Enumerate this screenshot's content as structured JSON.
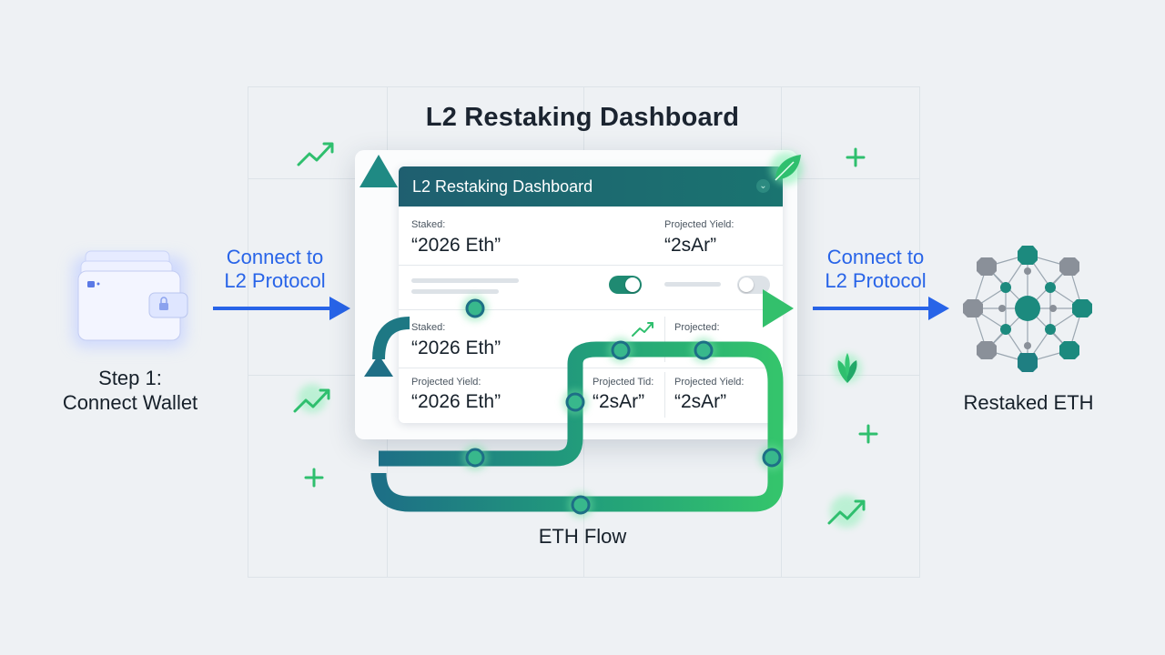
{
  "title": "L2 Restaking Dashboard",
  "step": {
    "line1": "Step 1:",
    "line2": "Connect Wallet"
  },
  "connect_left": {
    "line1": "Connect to",
    "line2": "L2 Protocol"
  },
  "connect_right": {
    "line1": "Connect to",
    "line2": "L2 Protocol"
  },
  "restaked_label": "Restaked ETH",
  "flow_label": "ETH Flow",
  "dashboard": {
    "header": "L2 Restaking Dashboard",
    "row1": {
      "left_label": "Staked:",
      "left_value": "“2026 Eth”",
      "right_label": "Projected Yield:",
      "right_value": "“2sAr”"
    },
    "toggles": {
      "first_on": true,
      "second_on": false
    },
    "row2": {
      "left_label": "Staked:",
      "left_value": "“2026 Eth”",
      "right_label": "Projected:"
    },
    "row3": {
      "c1_label": "Projected Yield:",
      "c1_value": "“2026 Eth”",
      "c2_label": "Projected Tid:",
      "c2_value": "“2sAr”",
      "c3_label": "Projected Yield:",
      "c3_value": "“2sAr”"
    }
  },
  "colors": {
    "blue": "#2864e8",
    "green": "#2fbf6e",
    "teal": "#1f6f80",
    "node_gray": "#8a9099",
    "node_teal": "#1c8a7e"
  }
}
